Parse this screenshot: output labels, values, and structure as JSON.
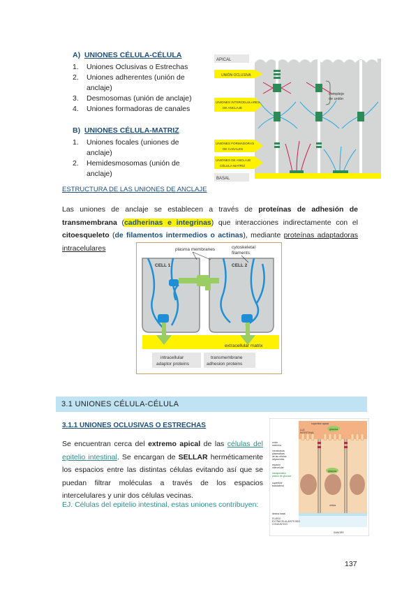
{
  "section_a": {
    "letter": "A)",
    "title": "UNIONES CÉLULA-CÉLULA",
    "items": [
      {
        "n": "1.",
        "text": "Uniones Oclusivas o Estrechas"
      },
      {
        "n": "2.",
        "text": "Uniones adherentes (unión de"
      },
      {
        "n": "",
        "text": "anclaje)"
      },
      {
        "n": "3.",
        "text": "Desmosomas (unión de anclaje)"
      },
      {
        "n": "4.",
        "text": "Uniones formadoras de canales"
      }
    ]
  },
  "section_b": {
    "letter": "B)",
    "title": "UNIONES CÉLULA-MATRIZ",
    "items": [
      {
        "n": "1.",
        "text": "Uniones focales (uniones de"
      },
      {
        "n": "",
        "text": "anclaje)"
      },
      {
        "n": "2.",
        "text": "Hemidesmosomas (unión de"
      },
      {
        "n": "",
        "text": "anclaje)"
      }
    ]
  },
  "fig1": {
    "apical": "APICAL",
    "basal": "BASAL",
    "union_oclusiva": "UNIÓN OCLUSIVA",
    "uniones_intercelulares_1": "UNIONES INTERCELULARES",
    "uniones_intercelulares_2": "DE ANCLAJE",
    "complejo_1": "complejo",
    "complejo_2": "de unión",
    "formadoras_1": "UNIONES FORMADORAS",
    "formadoras_2": "DE CANALES",
    "anclaje_matriz_1": "UNIONES DE ANCLAJE",
    "anclaje_matriz_2": "CÉLULA-MATRIZ"
  },
  "structure_heading": "ESTRUCTURA DE LAS UNIONES DE ANCLAJE",
  "paragraph1": {
    "p1": "Las uniones de anclaje se establecen a través de ",
    "b1": "proteínas de adhesión de transmembrana",
    "p2": " (",
    "hl1": "cadherinas e integrinas",
    "p3": ") que interacciones indirectamente con el ",
    "b2": "citoesqueleto",
    "p4": " (",
    "blue1": "de filamentos intermedios o actinas",
    "p5": "), mediante ",
    "u1": "proteínas adaptadoras intracelulares"
  },
  "fig2": {
    "plasma_membranes": "plasma membranes",
    "cytoskeletal_1": "cytoskeletal",
    "cytoskeletal_2": "filaments",
    "cell1": "CELL 1",
    "cell2": "CELL 2",
    "extracellular_matrix": "extracellular matrix",
    "intracellular_1": "intracellular",
    "intracellular_2": "adaptor proteins",
    "transmembrane_1": "transmembrane",
    "transmembrane_2": "adhesion proteins"
  },
  "banner": "3.1 UNIONES CÉLULA-CÉLULA",
  "subheading": "3.1.1 UNIONES OCLUSIVAS O ESTRECHAS",
  "paragraph2": {
    "p1": "Se encuentran cerca del ",
    "b1": "extremo apical",
    "p2": " de las ",
    "t1": "células del epitelio intestinal",
    "p3": ". Se encargan de ",
    "b2": "SELLAR",
    "p4": " herméticamente los espacios entre las distintas células evitando así que se puedan filtrar moléculas a través de los espacios intercelulares y unir dos células vecinas."
  },
  "example": "EJ. Células del epitelio intestinal, estas uniones contribuyen:",
  "fig3": {
    "superficie_apical": "superficie apical",
    "luz_1": "LUZ",
    "luz_2": "INTESTINAL",
    "glucosa": "glucosa",
    "union_estrecha_1": "unión",
    "union_estrecha_2": "estrecha",
    "membranas_1": "membranas",
    "membranas_2": "plasmáticas",
    "membranas_3": "de las células",
    "membranas_4": "adyacentes",
    "espacio_1": "espacio",
    "espacio_2": "intercelular",
    "transportador_1": "transportador",
    "transportador_2": "pasivo de glucosa",
    "superficie_1": "superficie",
    "superficie_2": "basolateral",
    "celula": "célula",
    "lamina_basal": "lámina basal",
    "fluido_1": "FLUIDO",
    "fluido_2": "EXTRACELULAR/TEJIDO",
    "fluido_3": "CONJUNTIVO",
    "sangre": "SANGRE"
  },
  "page_number": "137"
}
